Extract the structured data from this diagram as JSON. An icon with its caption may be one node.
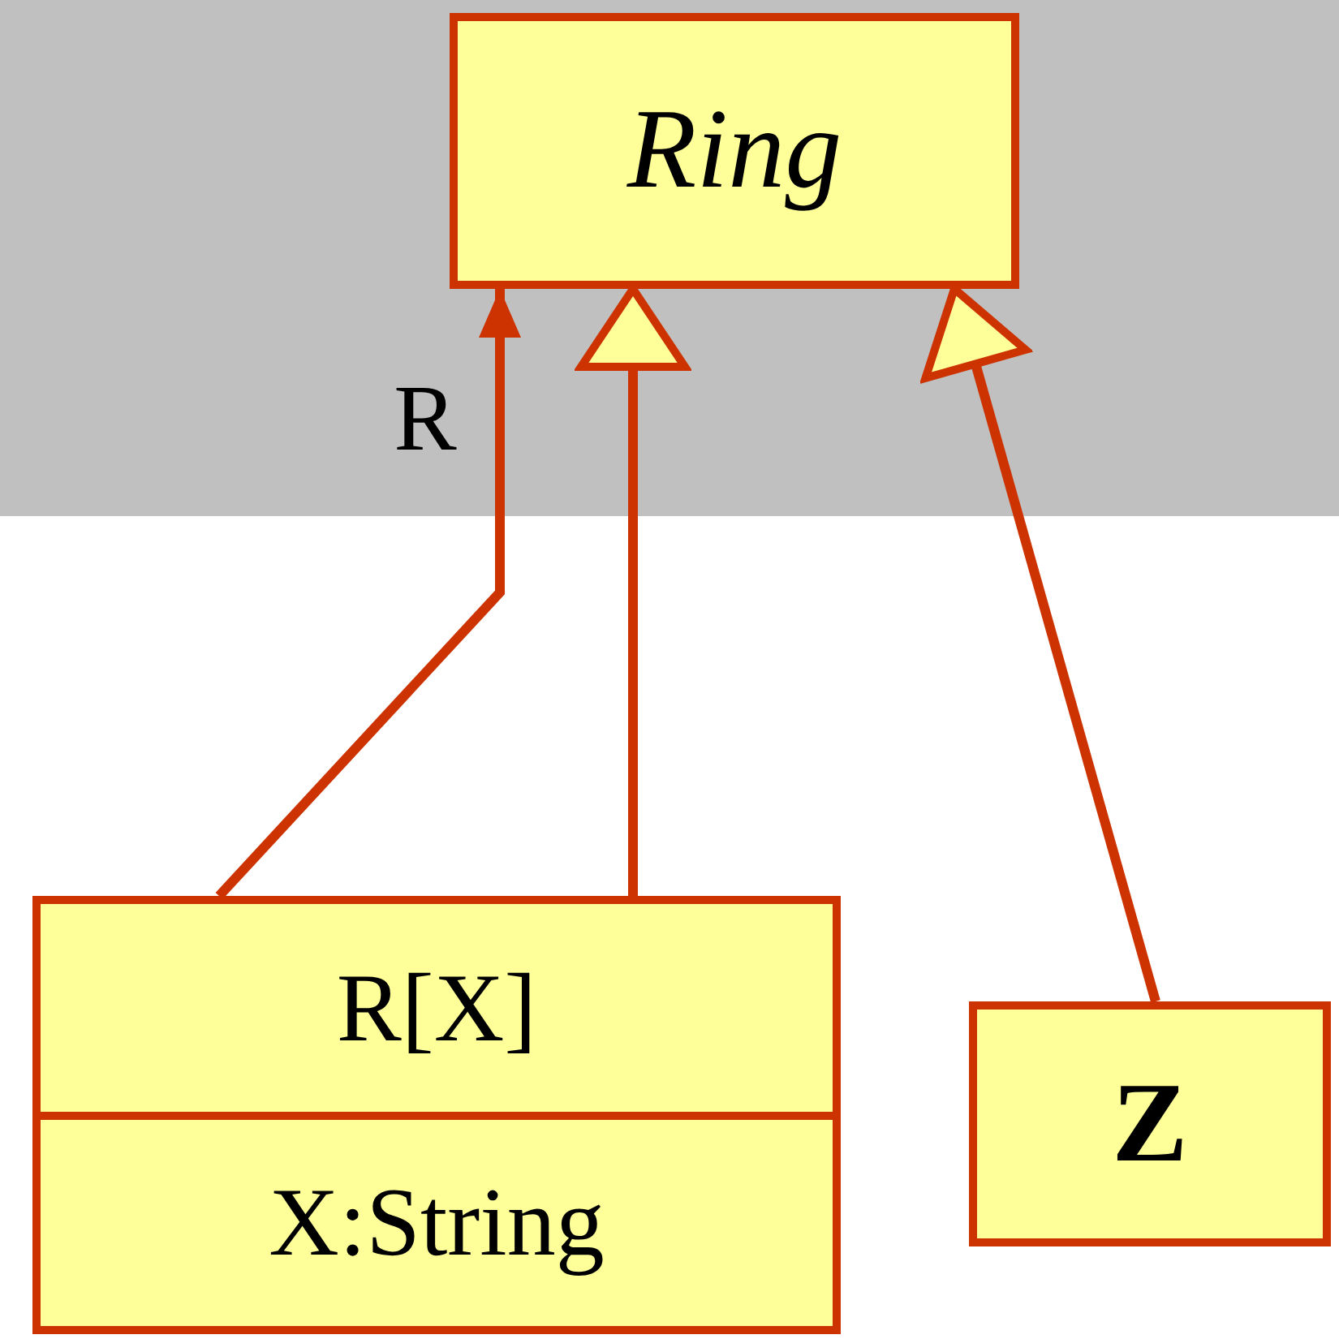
{
  "diagram": {
    "nodes": [
      {
        "text": [
          "Ring"
        ]
      },
      {
        "text": [
          "R[X]",
          "X:String"
        ]
      },
      {
        "text": [
          "Z"
        ]
      }
    ],
    "edges": [
      {
        "from": 1,
        "to": 0,
        "arrow": "to",
        "label": "R"
      },
      {
        "from": 1,
        "to": 0,
        "arrow": "to"
      },
      {
        "from": 2,
        "to": 0,
        "arrow": "to"
      }
    ]
  }
}
